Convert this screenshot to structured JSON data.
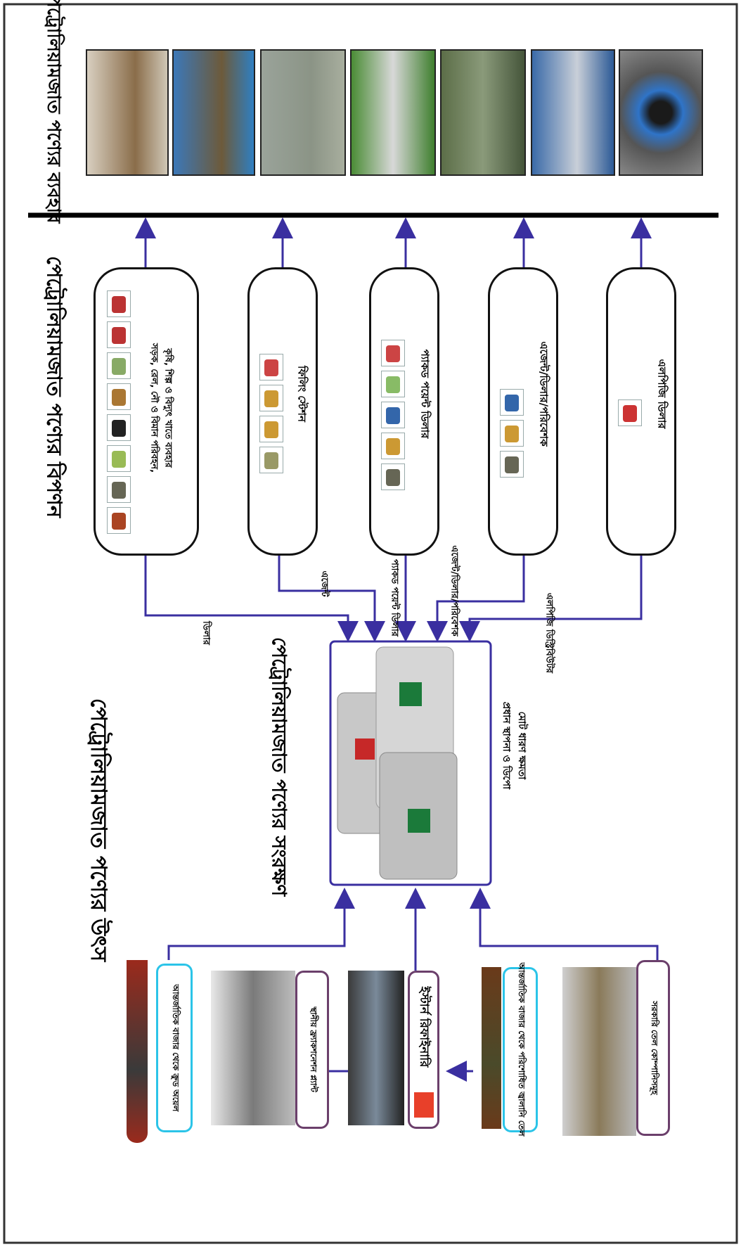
{
  "titles": {
    "source": "পেট্রোলিয়ামজাত পণ্যের উৎস",
    "storage": "পেট্রোলিয়ামজাত পণ্যের সংরক্ষণ",
    "marketing": "পেট্রোলিয়ামজাত পণ্যের বিপণন",
    "usage": "পেট্রোলিয়ামজাত পণ্যের ব্যবহার"
  },
  "sources": [
    {
      "label": "আন্তর্জাতিক বাজার থেকে ক্রুড অয়েল",
      "border": "#2bc4e8"
    },
    {
      "label": "স্থানীয় ফ্র্যাকশনেশন প্ল্যান্ট",
      "border": "#6b3f6b"
    },
    {
      "label": "ইস্টার্ন রিফাইনারি",
      "border": "#6b3f6b"
    },
    {
      "label": "আন্তর্জাতিক বাজার থেকে পরিশোধিত জ্বালানি তেল",
      "border": "#2bc4e8"
    },
    {
      "label": "সরকারি তেল কোম্পানিসমূহ",
      "border": "#6b3f6b"
    }
  ],
  "storage": {
    "caption_line1": "প্রধান স্থাপনা ও ডিপো",
    "caption_line2": "মোট ধারণ ক্ষমতা"
  },
  "channels": [
    "ডিলার",
    "এজেন্ট",
    "প্যাকড পয়েন্ট ডিলার",
    "এজেন্ট/ডিলার/পরিবেশক",
    "এলপিজি ডিস্ট্রিবিউটর"
  ],
  "markets": [
    {
      "label_line1": "সড়ক, রেল, নৌ ও বিমান পরিবহন,",
      "label_line2": "কৃষি, শিল্প ও বিদ্যুৎ খাতে ব্যবহার"
    },
    {
      "label_line1": "ফিলিং স্টেশন"
    },
    {
      "label_line1": "প্যাকড পয়েন্ট ডিলার"
    },
    {
      "label_line1": "এজেন্ট/ডিলার/পরিবেশক"
    },
    {
      "label_line1": "এলপিজি ডিলার"
    }
  ],
  "colors": {
    "arrow": "#3a2fa0",
    "storage_border": "#3a2fa0",
    "frame": "#333333",
    "divider": "#000000"
  }
}
